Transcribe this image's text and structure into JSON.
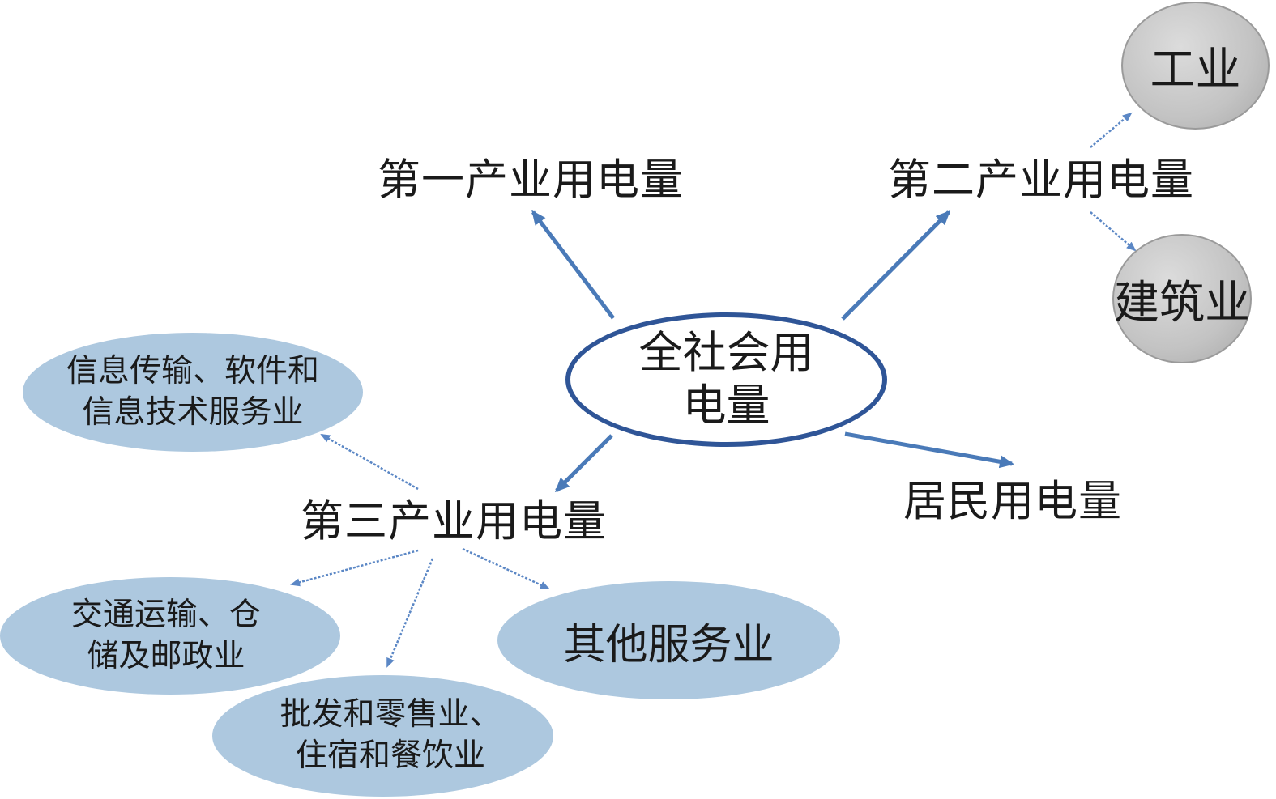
{
  "center": {
    "line1": "全社会用",
    "line2": "电量"
  },
  "primary": "第一产业用电量",
  "secondary": {
    "label": "第二产业用电量",
    "children": [
      "工业",
      "建筑业"
    ]
  },
  "tertiary": {
    "label": "第三产业用电量",
    "children": [
      {
        "line1": "信息传输、软件和",
        "line2": "信息技术服务业"
      },
      {
        "line1": "交通运输、仓",
        "line2": "储及邮政业"
      },
      {
        "line1": "批发和零售业、",
        "line2": "住宿和餐饮业"
      },
      {
        "line1": "其他服务业"
      }
    ]
  },
  "residential": "居民用电量",
  "colors": {
    "main_arrow": "#4a7ab8",
    "center_outline": "#2f5597",
    "sub_ellipse_fill": "#adc8df",
    "gray_circle_fill": "#c3c3c3"
  }
}
